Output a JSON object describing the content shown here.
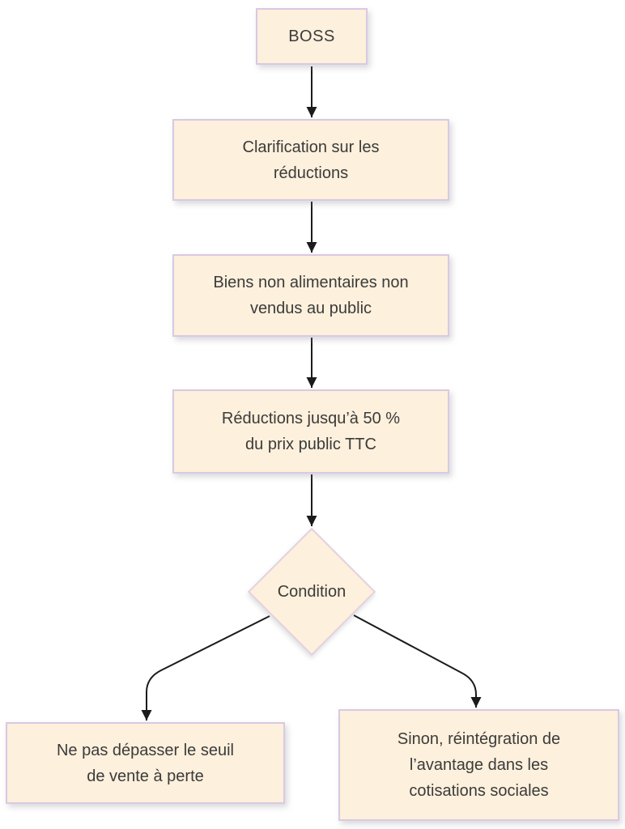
{
  "page": {
    "background": "#ffffff"
  },
  "diagram": {
    "type": "flowchart",
    "nodes": {
      "boss": {
        "shape": "rectangle",
        "label": "BOSS"
      },
      "clarification": {
        "shape": "rectangle",
        "label": "Clarification sur les\nréductions"
      },
      "biens": {
        "shape": "rectangle",
        "label": "Biens non alimentaires non\nvendus au public"
      },
      "reductions": {
        "shape": "rectangle",
        "label": "Réductions jusqu’à 50 %\ndu prix public TTC"
      },
      "condition": {
        "shape": "diamond",
        "label": "Condition"
      },
      "seuil": {
        "shape": "rectangle",
        "label": "Ne pas dépasser le seuil\nde vente à perte"
      },
      "sinon": {
        "shape": "rectangle",
        "label": "Sinon, réintégration de\nl’avantage dans les\ncotisations sociales"
      }
    },
    "edges": [
      {
        "from": "boss",
        "to": "clarification"
      },
      {
        "from": "clarification",
        "to": "biens"
      },
      {
        "from": "biens",
        "to": "reductions"
      },
      {
        "from": "reductions",
        "to": "condition"
      },
      {
        "from": "condition",
        "to": "seuil"
      },
      {
        "from": "condition",
        "to": "sinon"
      }
    ],
    "colors": {
      "node_fill": "#fdf0dc",
      "node_border": "#d9c9e2",
      "arrow": "#1b1b1b",
      "text": "#3b3b3b",
      "background": "#ffffff"
    }
  }
}
